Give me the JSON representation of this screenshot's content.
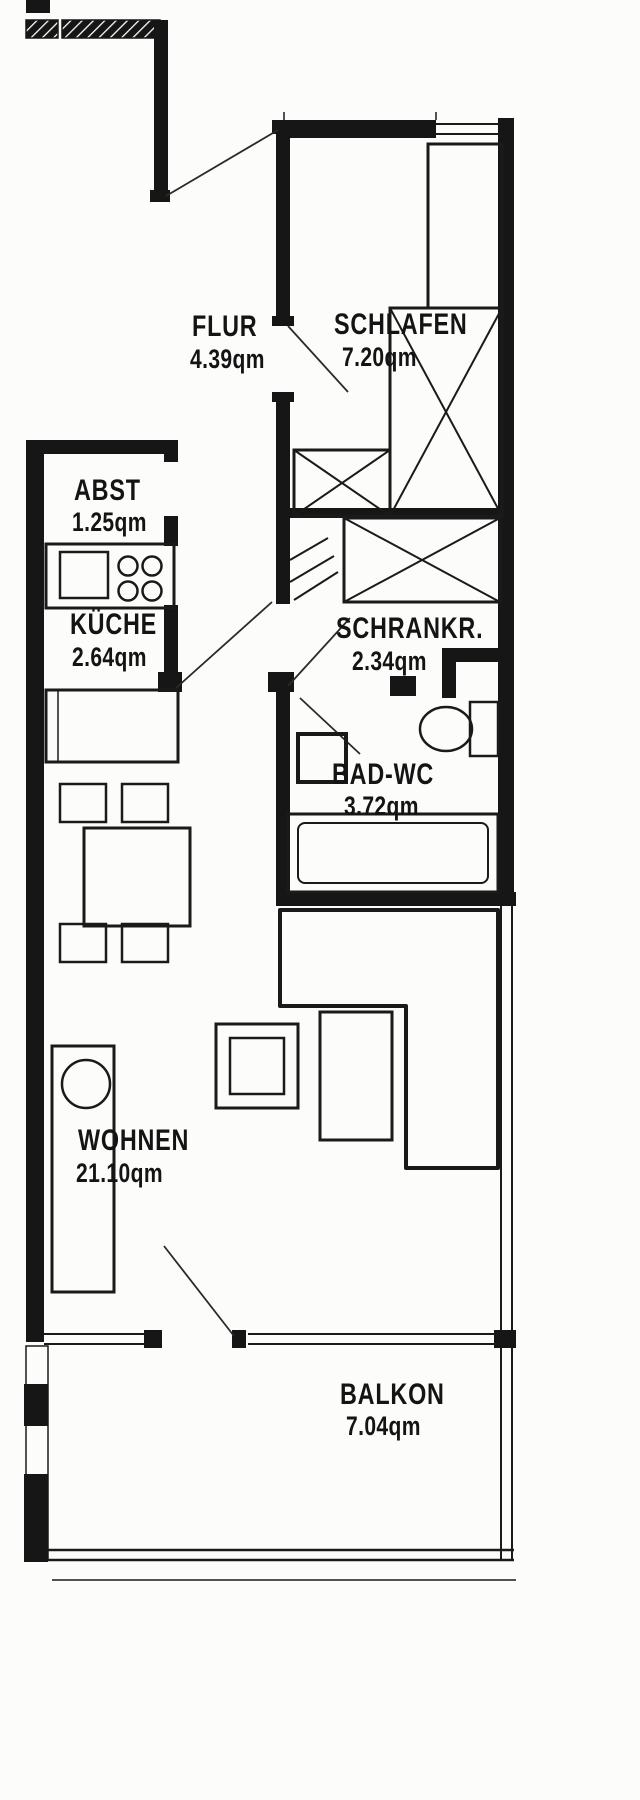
{
  "colors": {
    "ink": "#161616",
    "paper": "#fcfcfa"
  },
  "rooms": [
    {
      "name": "FLUR",
      "area": "4.39qm"
    },
    {
      "name": "SCHLAFEN",
      "area": "7.20qm"
    },
    {
      "name": "ABST",
      "area": "1.25qm"
    },
    {
      "name": "KÜCHE",
      "area": "2.64qm"
    },
    {
      "name": "SCHRANKR.",
      "area": "2.34qm"
    },
    {
      "name": "BAD-WC",
      "area": "3.72qm"
    },
    {
      "name": "WOHNEN",
      "area": "21.10qm"
    },
    {
      "name": "BALKON",
      "area": "7.04qm"
    }
  ]
}
